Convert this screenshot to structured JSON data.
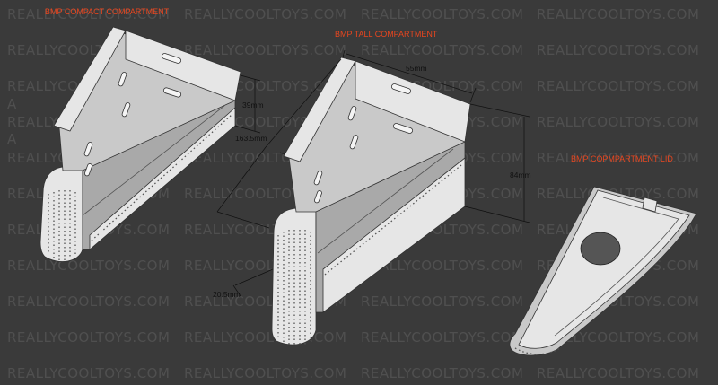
{
  "watermark": {
    "text": "REALLYCOOLTOYS.COM",
    "fragment": "A"
  },
  "compact": {
    "title": "BMP COMPACT COMPARTMENT",
    "height_dim": "39mm"
  },
  "tall": {
    "title": "BMP TALL COMPARTMENT",
    "width_dim": "55mm",
    "length_dim": "163.5mm",
    "height_dim": "84mm",
    "base_dim": "20.5mm"
  },
  "lid": {
    "title": "BMP COPMPARTMENT LID"
  },
  "colors": {
    "background": "#3a3a3a",
    "title": "#e8461f",
    "part_light": "#e6e6e6",
    "part_shadow": "#a9a9a9"
  }
}
